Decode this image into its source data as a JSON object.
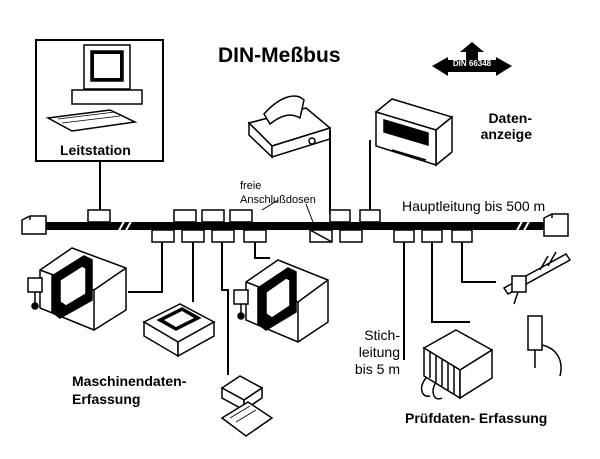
{
  "title": "DIN-Meßbus",
  "labels": {
    "leitstation": "Leitstation",
    "datenanzeige": "Daten-\nanzeige",
    "freie_anschlussdosen": "freie\nAnschlußdosen",
    "hauptleitung": "Hauptleitung bis 500 m",
    "stichleitung": "Stich-\nleitung\nbis 5 m",
    "maschinendaten": "Maschinendaten-\nErfassung",
    "pruefdaten": "Prüfdaten- Erfassung",
    "din_norm": "DIN 66348"
  },
  "icons": [
    "computer-icon",
    "printer-icon",
    "display-unit-icon",
    "cnc-machine-icon",
    "keypad-terminal-icon",
    "data-logger-icon",
    "caliper-icon",
    "probe-icon",
    "instrument-rack-icon",
    "terminator-icon",
    "arrow-sign-icon"
  ]
}
